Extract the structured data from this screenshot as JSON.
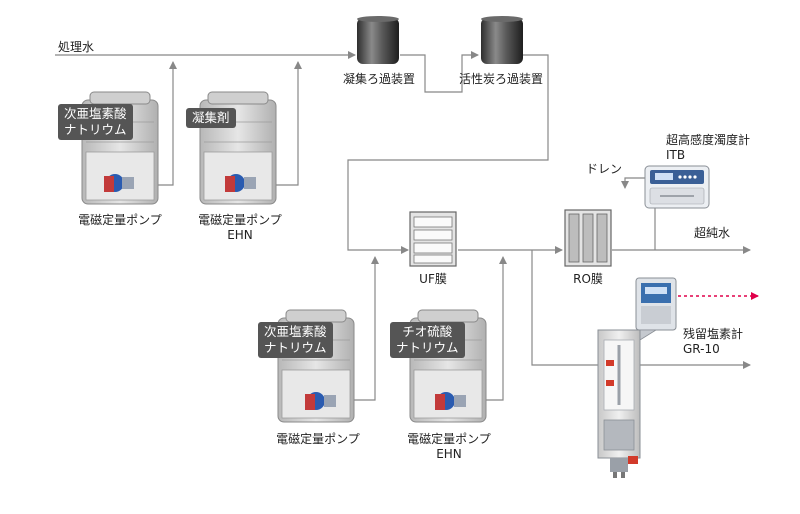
{
  "labels": {
    "treated_water": "処理水",
    "coag_filter": "凝集ろ過装置",
    "carbon_filter": "活性炭ろ過装置",
    "uf": "UF膜",
    "ro": "RO膜",
    "ultrapure": "超純水",
    "drain": "ドレン",
    "turbidity_title": "超高感度濁度計",
    "turbidity_model": "ITB",
    "chlorine_title": "残留塩素計",
    "chlorine_model": "GR-10"
  },
  "pumps": {
    "p1": {
      "chem_line1": "次亜塩素酸",
      "chem_line2": "ナトリウム",
      "name": "電磁定量ポンプ",
      "model": ""
    },
    "p2": {
      "chem_line1": "凝集剤",
      "chem_line2": "",
      "name": "電磁定量ポンプ",
      "model": "EHN"
    },
    "p3": {
      "chem_line1": "次亜塩素酸",
      "chem_line2": "ナトリウム",
      "name": "電磁定量ポンプ",
      "model": ""
    },
    "p4": {
      "chem_line1": "チオ硫酸",
      "chem_line2": "ナトリウム",
      "name": "電磁定量ポンプ",
      "model": "EHN"
    }
  },
  "colors": {
    "line": "#888888",
    "tank_body": "#d2d2d2",
    "tag_bg": "#555555",
    "signal": "#e0004a",
    "pump_blue": "#2a5bb0"
  }
}
